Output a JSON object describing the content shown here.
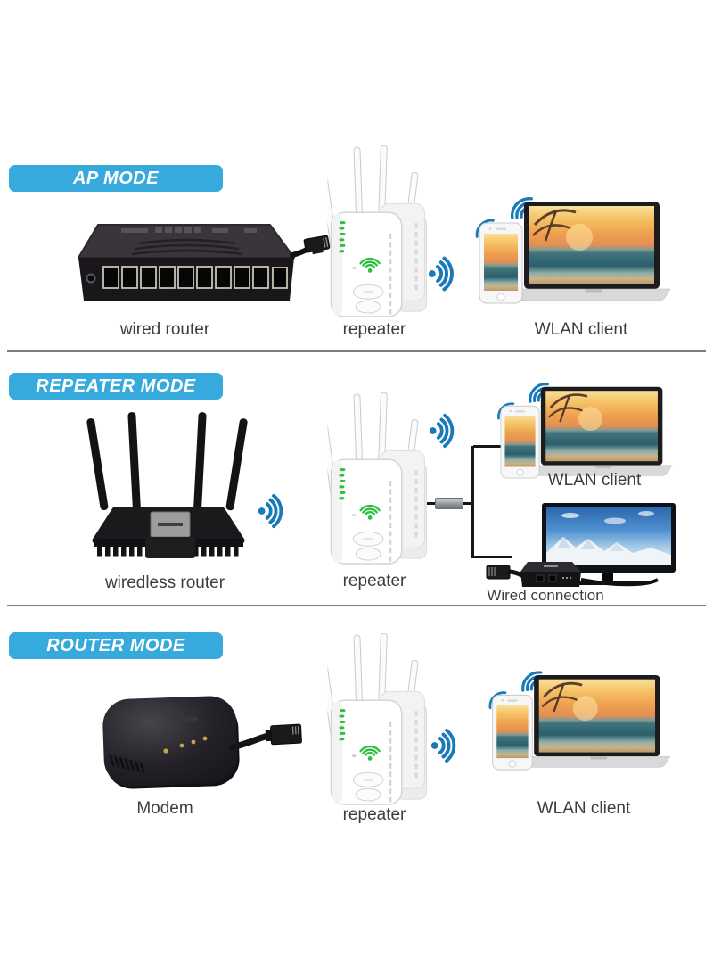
{
  "title": "WiFi extender working modes diagram",
  "colors": {
    "background": "#ffffff",
    "banner_blue": "#36a9dd",
    "banner_text": "#ffffff",
    "wifi_icon_blue": "#1a7ab9",
    "indicator_green": "#2fbf3f",
    "label_text": "#3d3d3d",
    "divider_gray": "#7d7d7d",
    "wire_black": "#151515"
  },
  "icons": {
    "wifi_signal": "wifi-signal-icon",
    "wifi_indicator": "wifi-indicator-icon"
  },
  "sections": [
    {
      "banner": "AP MODE",
      "devices": [
        {
          "label": "wired router"
        },
        {
          "label": "repeater"
        },
        {
          "label": "WLAN client"
        }
      ]
    },
    {
      "banner": "REPEATER MODE",
      "devices": [
        {
          "label": "wiredless router"
        },
        {
          "label": "repeater"
        },
        {
          "label": "WLAN client"
        },
        {
          "label": "Wired connection"
        }
      ]
    },
    {
      "banner": "ROUTER MODE",
      "devices": [
        {
          "label": "Modem"
        },
        {
          "label": "repeater"
        },
        {
          "label": "WLAN client"
        }
      ]
    }
  ]
}
